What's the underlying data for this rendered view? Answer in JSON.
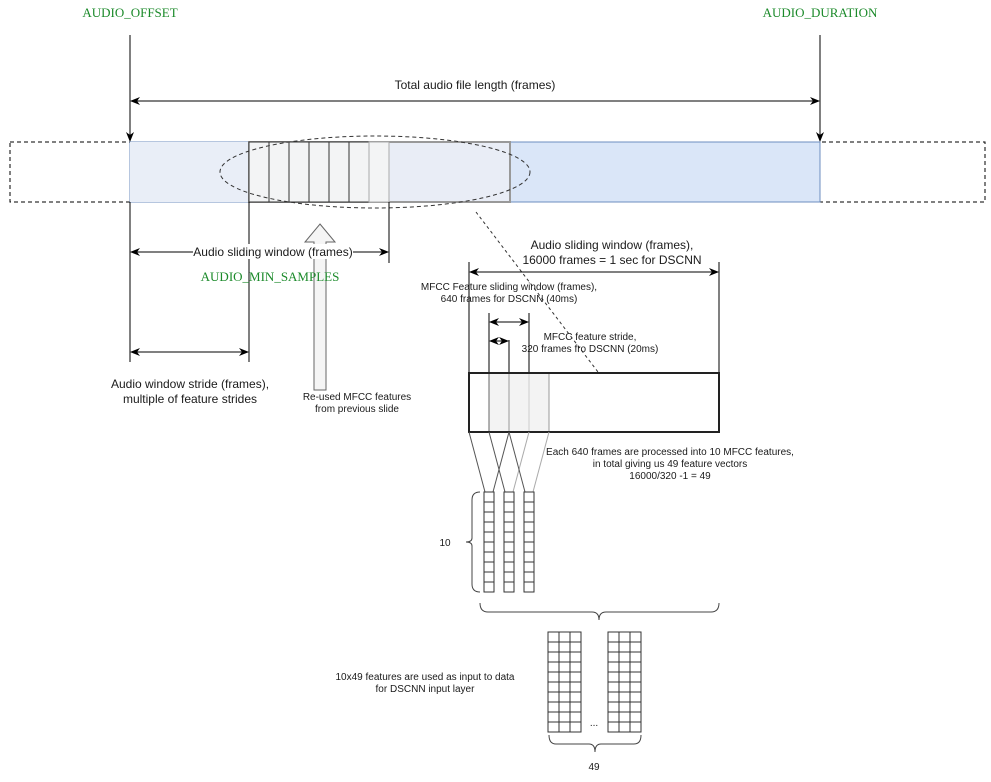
{
  "markers": {
    "offset": "AUDIO_OFFSET",
    "duration": "AUDIO_DURATION",
    "min_samples": "AUDIO_MIN_SAMPLES"
  },
  "labels": {
    "total_length": "Total audio file length (frames)",
    "sliding_window": "Audio sliding window (frames)",
    "stride_1": "Audio window stride (frames),",
    "stride_2": "multiple of feature strides",
    "reused_1": "Re-used MFCC features",
    "reused_2": "from previous slide",
    "window_1s_1": "Audio sliding window (frames),",
    "window_1s_2": "16000 frames = 1 sec for DSCNN",
    "mfcc_window_1": "MFCC Feature sliding window (frames),",
    "mfcc_window_2": "640 frames for DSCNN (40ms)",
    "mfcc_stride_1": "MFCC feature stride,",
    "mfcc_stride_2": "320 frames fro DSCNN (20ms)",
    "processed_1": "Each 640 frames are processed into 10 MFCC features,",
    "processed_2": "in total giving us 49 feature vectors",
    "processed_3": "16000/320 -1 = 49",
    "rows_count": "10",
    "input_1": "10x49 features are used as input to data",
    "input_2": "for DSCNN input layer",
    "ellipsis": "...",
    "cols_count": "49"
  },
  "colors": {
    "green": "#1b8a2a",
    "file_fill": "#dae6f8",
    "file_stroke": "#6c8ebf"
  }
}
